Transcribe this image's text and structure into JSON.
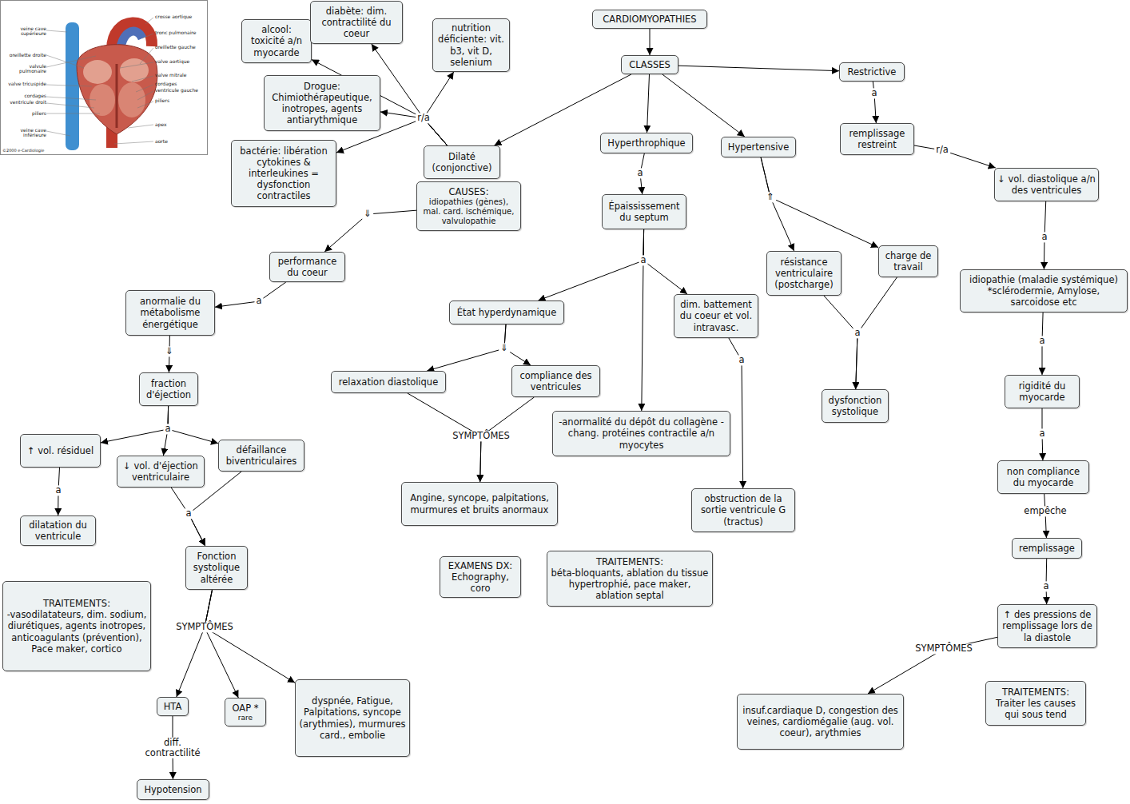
{
  "diagram": {
    "nodes": [
      {
        "text": [
          "CARDIOMYOPATHIES"
        ]
      },
      {
        "text": [
          "CLASSES"
        ]
      },
      {
        "text": [
          "Restrictive"
        ]
      },
      {
        "text": [
          "alcool: toxicité a/n myocarde"
        ]
      },
      {
        "text": [
          "diabète: dim. contractilité du coeur"
        ]
      },
      {
        "text": [
          "nutrition déficiente: vit. b3, vit D, selenium"
        ]
      },
      {
        "text": [
          "Drogue: Chimiothérapeutique, inotropes, agents antiarythmique"
        ]
      },
      {
        "text": [
          "bactérie: libération cytokines & interleukines = dysfonction contractiles"
        ]
      },
      {
        "text": [
          "Dilaté (conjonctive)"
        ]
      },
      {
        "text": [
          "CAUSES:",
          "idiopathies (gènes), mal. card. ischémique, valvulopathie"
        ]
      },
      {
        "text": [
          "Hyperthrophique"
        ]
      },
      {
        "text": [
          "Hypertensive"
        ]
      },
      {
        "text": [
          "remplissage restreint"
        ]
      },
      {
        "text": [
          "↓ vol. diastolique a/n des ventricules"
        ]
      },
      {
        "text": [
          "Épaississement du septum"
        ]
      },
      {
        "text": [
          "performance du coeur"
        ]
      },
      {
        "text": [
          "résistance ventriculaire (postcharge)"
        ]
      },
      {
        "text": [
          "charge de travail"
        ]
      },
      {
        "text": [
          "idiopathie (maladie systémique) *sclérodermie, Amylose, sarcoidose etc"
        ]
      },
      {
        "text": [
          "anormalie du métabolisme énergétique"
        ]
      },
      {
        "text": [
          "État hyperdynamique"
        ]
      },
      {
        "text": [
          "dim. battement du coeur et vol. intravasc."
        ]
      },
      {
        "text": [
          "fraction d'éjection"
        ]
      },
      {
        "text": [
          "relaxation diastolique"
        ]
      },
      {
        "text": [
          "compliance des ventricules"
        ]
      },
      {
        "text": [
          "rigidité du myocarde"
        ]
      },
      {
        "text": [
          "dysfonction systolique"
        ]
      },
      {
        "text": [
          "-anormalité du dépôt du collagène -chang. protéines contractile a/n myocytes"
        ]
      },
      {
        "text": [
          "↑ vol. résiduel"
        ]
      },
      {
        "text": [
          "défaillance biventriculaires"
        ]
      },
      {
        "text": [
          "↓ vol. d'éjection ventriculaire"
        ]
      },
      {
        "text": [
          "non compliance du myocarde"
        ]
      },
      {
        "text": [
          "Angine, syncope, palpitations, murmures et bruits anormaux"
        ]
      },
      {
        "text": [
          "obstruction de la sortie ventricule G (tractus)"
        ]
      },
      {
        "text": [
          "dilatation du ventricule"
        ]
      },
      {
        "text": [
          "remplissage"
        ]
      },
      {
        "text": [
          "Fonction systolique altérée"
        ]
      },
      {
        "text": [
          "EXAMENS DX:",
          "Echography, coro"
        ]
      },
      {
        "text": [
          "TRAITEMENTS:",
          "béta-bloquants, ablation du tissue hypertrophié, pace maker, ablation septal"
        ]
      },
      {
        "text": [
          "TRAITEMENTS:",
          "-vasodilatateurs, dim. sodium, diurétiques, agents inotropes, anticoagulants (prévention), Pace maker, cortico"
        ]
      },
      {
        "text": [
          "↑ des pressions de remplissage lors de la diastole"
        ]
      },
      {
        "text": [
          "dyspnée, Fatigue, Palpitations, syncope (arythmies), murmures card., embolie"
        ]
      },
      {
        "text": [
          "HTA"
        ]
      },
      {
        "text": [
          "OAP *",
          "rare"
        ]
      },
      {
        "text": [
          "insuf.cardiaque D, congestion des veines, cardiomégalie (aug. vol. coeur), arythmies"
        ]
      },
      {
        "text": [
          "TRAITEMENTS:",
          "Traiter les causes qui sous tend"
        ]
      },
      {
        "text": [
          "Hypotension"
        ]
      }
    ],
    "edges": [
      {
        "from": 0,
        "to": 1,
        "arrow": "to"
      },
      {
        "from": 1,
        "to": 2,
        "arrow": "to"
      },
      {
        "from": 1,
        "to": 8,
        "arrow": "to"
      },
      {
        "from": 1,
        "to": 10,
        "arrow": "to"
      },
      {
        "from": 1,
        "to": 11,
        "arrow": "to"
      },
      {
        "from": 8,
        "to": 3,
        "label": "r/a",
        "arrow": "to"
      },
      {
        "from": 8,
        "to": 4,
        "arrow": "to"
      },
      {
        "from": 8,
        "to": 5,
        "arrow": "to"
      },
      {
        "from": 8,
        "to": 6,
        "arrow": "to"
      },
      {
        "from": 8,
        "to": 7,
        "arrow": "to"
      },
      {
        "from": 9,
        "to": 15,
        "label": "⇓",
        "arrow": "to"
      },
      {
        "from": 15,
        "to": 19,
        "label": "a",
        "arrow": "to"
      },
      {
        "from": 19,
        "to": 22,
        "label": "⇓",
        "arrow": "to"
      },
      {
        "from": 22,
        "to": 28,
        "label": "a",
        "arrow": "to"
      },
      {
        "from": 22,
        "to": 30,
        "arrow": "to"
      },
      {
        "from": 22,
        "to": 29,
        "arrow": "to"
      },
      {
        "from": 28,
        "to": 34,
        "label": "a",
        "arrow": "to"
      },
      {
        "from": 30,
        "to": 36,
        "label": "a",
        "arrow": "to"
      },
      {
        "from": 29,
        "to": 36,
        "arrow": "to"
      },
      {
        "from": 36,
        "to": 42,
        "label": "SYMPTÔMES",
        "arrow": "to"
      },
      {
        "from": 36,
        "to": 43,
        "arrow": "to"
      },
      {
        "from": 36,
        "to": 41,
        "arrow": "to"
      },
      {
        "from": 42,
        "to": 46,
        "label": "diff. contractilité",
        "arrow": "to"
      },
      {
        "from": 10,
        "to": 14,
        "label": "a",
        "arrow": "to"
      },
      {
        "from": 14,
        "to": 20,
        "label": "a",
        "arrow": "to"
      },
      {
        "from": 14,
        "to": 27,
        "arrow": "to"
      },
      {
        "from": 14,
        "to": 21,
        "arrow": "to"
      },
      {
        "from": 20,
        "to": 23,
        "label": "⇓",
        "arrow": "to"
      },
      {
        "from": 20,
        "to": 24,
        "arrow": "to"
      },
      {
        "from": 23,
        "to": 32,
        "label": "SYMPTÔMES",
        "arrow": "to"
      },
      {
        "from": 24,
        "to": 32,
        "arrow": "to"
      },
      {
        "from": 21,
        "to": 33,
        "label": "a",
        "arrow": "to"
      },
      {
        "from": 11,
        "to": 16,
        "label": "⇑",
        "arrow": "to"
      },
      {
        "from": 11,
        "to": 17,
        "arrow": "to"
      },
      {
        "from": 16,
        "to": 26,
        "label": "a",
        "arrow": "to"
      },
      {
        "from": 17,
        "to": 26,
        "arrow": "to"
      },
      {
        "from": 2,
        "to": 12,
        "label": "a",
        "arrow": "to"
      },
      {
        "from": 12,
        "to": 13,
        "label": "r/a",
        "arrow": "to"
      },
      {
        "from": 13,
        "to": 18,
        "label": "a",
        "arrow": "to"
      },
      {
        "from": 18,
        "to": 25,
        "label": "a",
        "arrow": "to"
      },
      {
        "from": 25,
        "to": 31,
        "label": "a",
        "arrow": "to"
      },
      {
        "from": 31,
        "to": 35,
        "label": "empêche",
        "arrow": "to"
      },
      {
        "from": 35,
        "to": 40,
        "label": "a",
        "arrow": "to"
      },
      {
        "from": 40,
        "to": 44,
        "label": "SYMPTÔMES",
        "arrow": "to"
      }
    ],
    "labels": [
      "veine cave supérieure",
      "oreillette droite",
      "valvule pulmonaire",
      "valve tricuspide",
      "cordages",
      "ventricule droit",
      "piliers",
      "veine cave inférieure",
      "crosse aortique",
      "tronc pulmonaire",
      "oreillette gauche",
      "valve aortique",
      "valve mitrale",
      "cordages",
      "ventricule gauche",
      "piliers",
      "apex",
      "aorte",
      "©2000 e-Cardiologie"
    ]
  }
}
